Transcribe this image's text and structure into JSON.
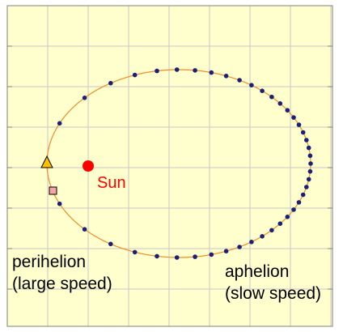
{
  "diagram": {
    "colors": {
      "background": "#fffecd",
      "grid": "#c8c8c8",
      "frame": "#7f7f7f",
      "orbit": "#f28c28",
      "planet": "#1a1f7a",
      "sun": "#ff0000",
      "sun_label": "#ff0000",
      "start_marker": "#ffc000",
      "end_marker": "#f4a6a6",
      "text": "#000000"
    },
    "sun": {
      "label": "Sun"
    },
    "perihelion": {
      "line1": "perihelion",
      "line2": "(large speed)"
    },
    "aphelion": {
      "line1": "aphelion",
      "line2": "(slow speed)"
    },
    "icons": {
      "start": "triangle-marker-icon",
      "end": "square-marker-icon",
      "sun": "sun-dot-icon"
    }
  }
}
